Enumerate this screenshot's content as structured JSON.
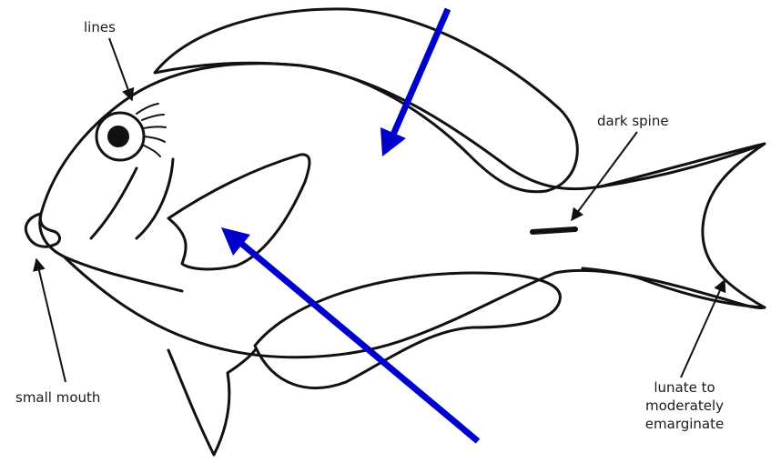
{
  "labels": {
    "lines": "lines",
    "dark_spine": "dark spine",
    "small_mouth": "small mouth",
    "tail": [
      "lunate to",
      "moderately",
      "emarginate"
    ]
  },
  "colors": {
    "outline": "#111111",
    "label_text": "#1a1a1a",
    "pointer_arrow": "#0000cc",
    "background": "#ffffff"
  }
}
